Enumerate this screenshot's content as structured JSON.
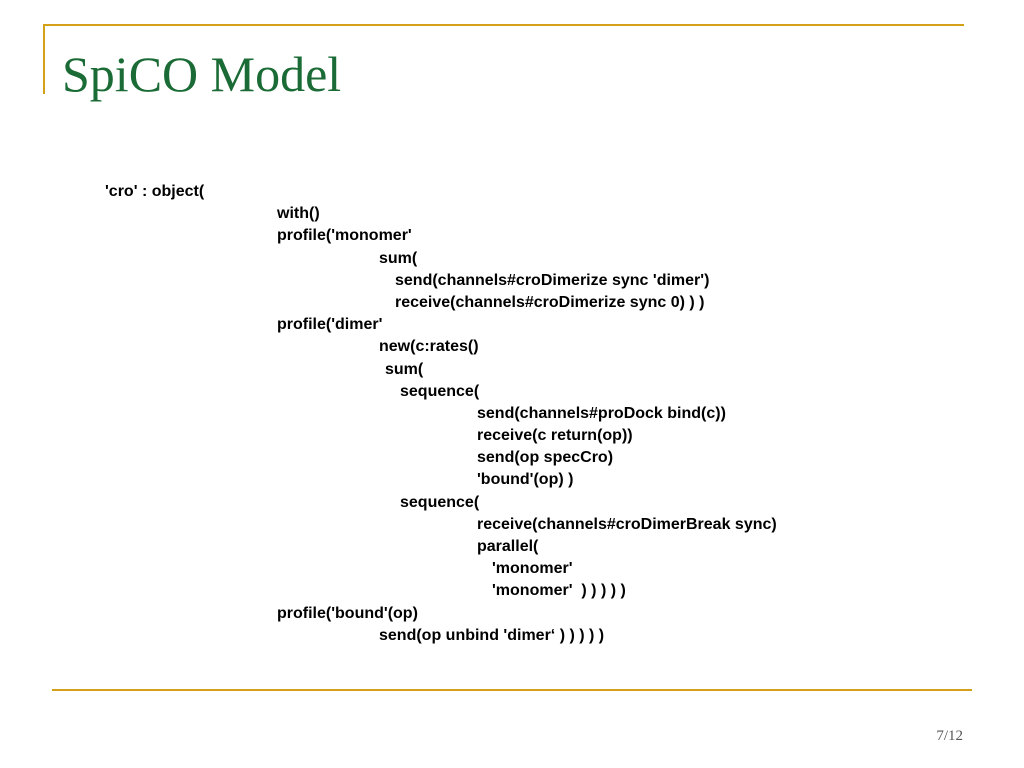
{
  "slide": {
    "title": "SpiCO Model",
    "page_number": "7/12",
    "accent_color": "#D4A017",
    "title_color": "#1A6B35"
  },
  "code_lines": [
    {
      "indent": 0,
      "text": "'cro' : object("
    },
    {
      "indent": 1,
      "text": "with()"
    },
    {
      "indent": 1,
      "text": "profile('monomer'"
    },
    {
      "indent": 2,
      "text": "sum("
    },
    {
      "indent": 3,
      "text": "send(channels#croDimerize sync 'dimer')"
    },
    {
      "indent": 3,
      "text": "receive(channels#croDimerize sync 0) ) )"
    },
    {
      "indent": 1,
      "text": "profile('dimer'"
    },
    {
      "indent": 2,
      "text": "new(c:rates()"
    },
    {
      "indent": 4,
      "text": "sum("
    },
    {
      "indent": 5,
      "text": "sequence("
    },
    {
      "indent": 6,
      "text": "send(channels#proDock bind(c))"
    },
    {
      "indent": 6,
      "text": "receive(c return(op))"
    },
    {
      "indent": 6,
      "text": "send(op specCro)"
    },
    {
      "indent": 6,
      "text": "'bound'(op) )"
    },
    {
      "indent": 5,
      "text": "sequence("
    },
    {
      "indent": 6,
      "text": "receive(channels#croDimerBreak sync)"
    },
    {
      "indent": 6,
      "text": "parallel("
    },
    {
      "indent": 7,
      "text": "'monomer'"
    },
    {
      "indent": 7,
      "text": "'monomer'  ) ) ) ) )"
    },
    {
      "indent": 1,
      "text": "profile('bound'(op)"
    },
    {
      "indent": 2,
      "text": "send(op unbind 'dimer‘ ) ) ) ) )"
    }
  ]
}
